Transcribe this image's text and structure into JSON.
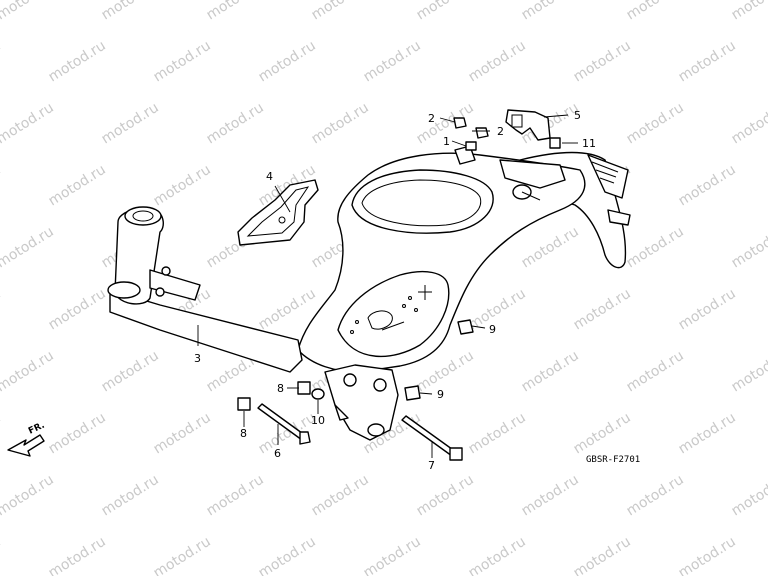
{
  "diagram": {
    "watermark": "motod.ru",
    "figure_code": "GBSR-F2701",
    "front_arrow_label": "FR.",
    "callouts": {
      "c1": "1",
      "c2a": "2",
      "c2b": "2",
      "c3": "3",
      "c4": "4",
      "c5": "5",
      "c6": "6",
      "c7": "7",
      "c8a": "8",
      "c8b": "8",
      "c9a": "9",
      "c9b": "9",
      "c10": "10",
      "c11": "11"
    },
    "colors": {
      "line": "#000000",
      "watermark": "#c9c9c9",
      "background": "#ffffff"
    }
  }
}
